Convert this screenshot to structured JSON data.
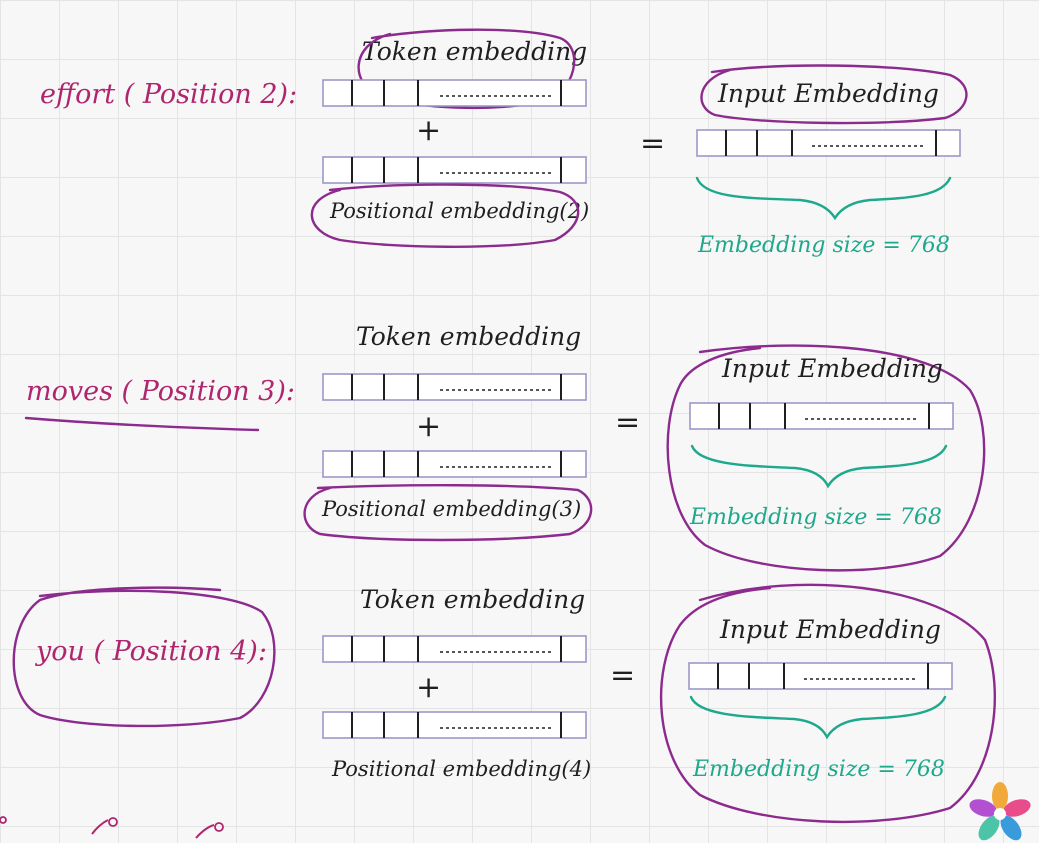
{
  "rows": [
    {
      "label": "effort ( Position 2):",
      "token_label": "Token embedding",
      "positional_label": "Positional embedding(2)",
      "plus": "+",
      "equals": "=",
      "input_label": "Input Embedding",
      "size_label": "Embedding size = 768"
    },
    {
      "label": "moves ( Position 3):",
      "token_label": "Token embedding",
      "positional_label": "Positional embedding(3)",
      "plus": "+",
      "equals": "=",
      "input_label": "Input Embedding",
      "size_label": "Embedding size = 768"
    },
    {
      "label": "you ( Position 4):",
      "token_label": "Token embedding",
      "positional_label": "Positional embedding(4)",
      "plus": "+",
      "equals": "=",
      "input_label": "Input Embedding",
      "size_label": "Embedding size = 768"
    }
  ],
  "colors": {
    "label": "#b0266e",
    "ink": "#1f1f1f",
    "highlight": "#8c2a8e",
    "annotation": "#1ea88c",
    "bar_frame": "#9c98c8"
  },
  "logo": {
    "icon": "flower-logo-icon"
  }
}
